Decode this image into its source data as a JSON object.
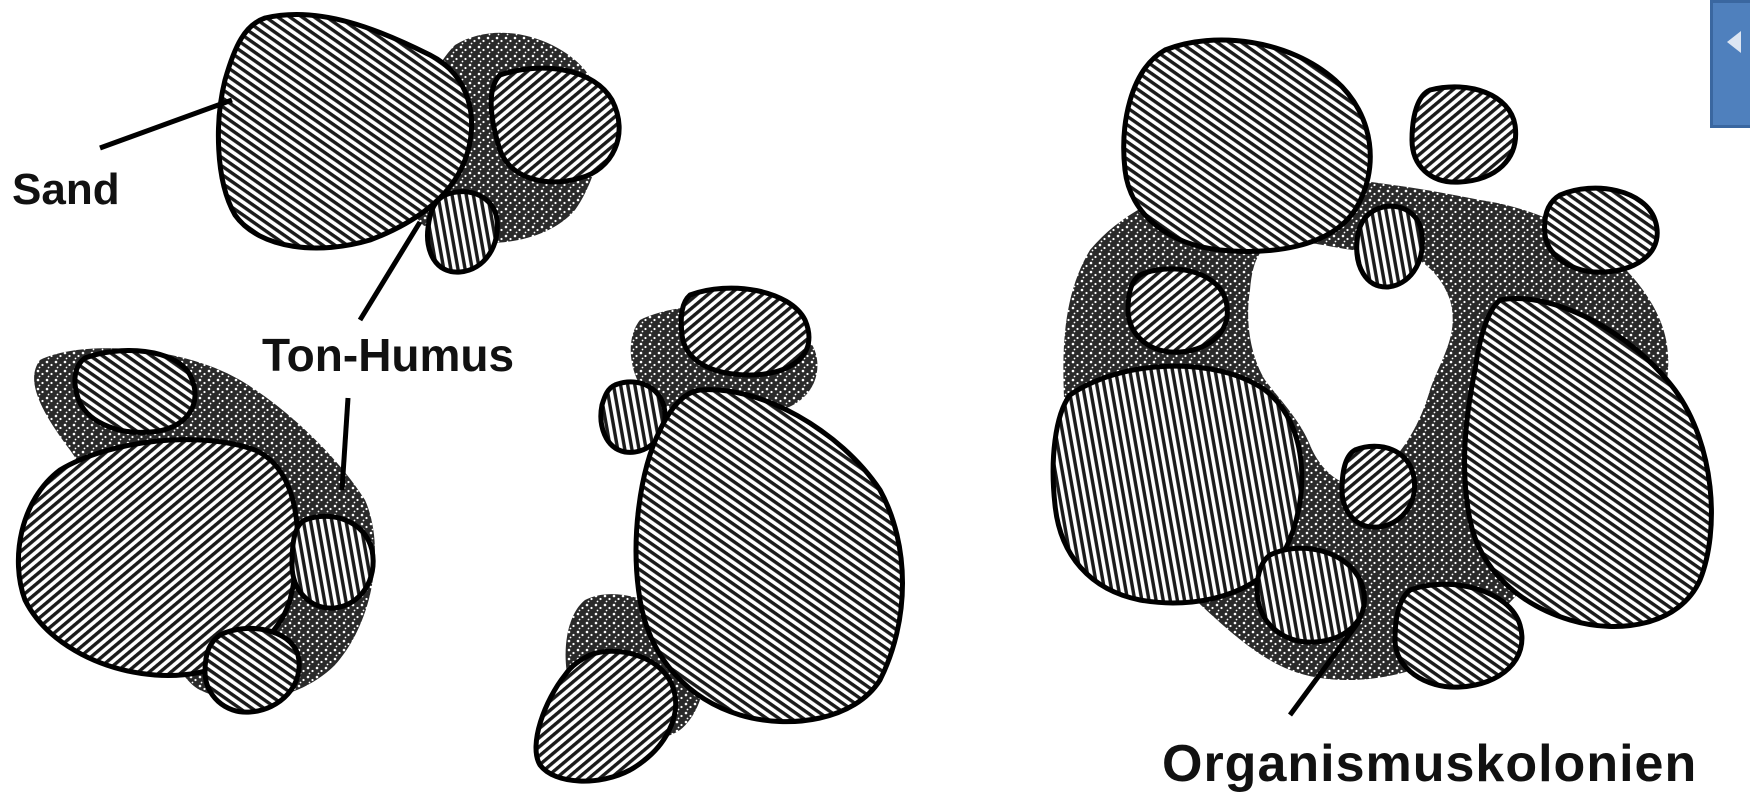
{
  "diagram": {
    "labels": {
      "sand": "Sand",
      "ton_humus": "Ton-Humus",
      "organismuskolonien": "Organismuskolonien"
    }
  },
  "nav": {
    "button_icon": "chevron-left-icon",
    "button_color": "#4f80bd"
  },
  "colors": {
    "background": "#ffffff",
    "ink": "#111111"
  }
}
